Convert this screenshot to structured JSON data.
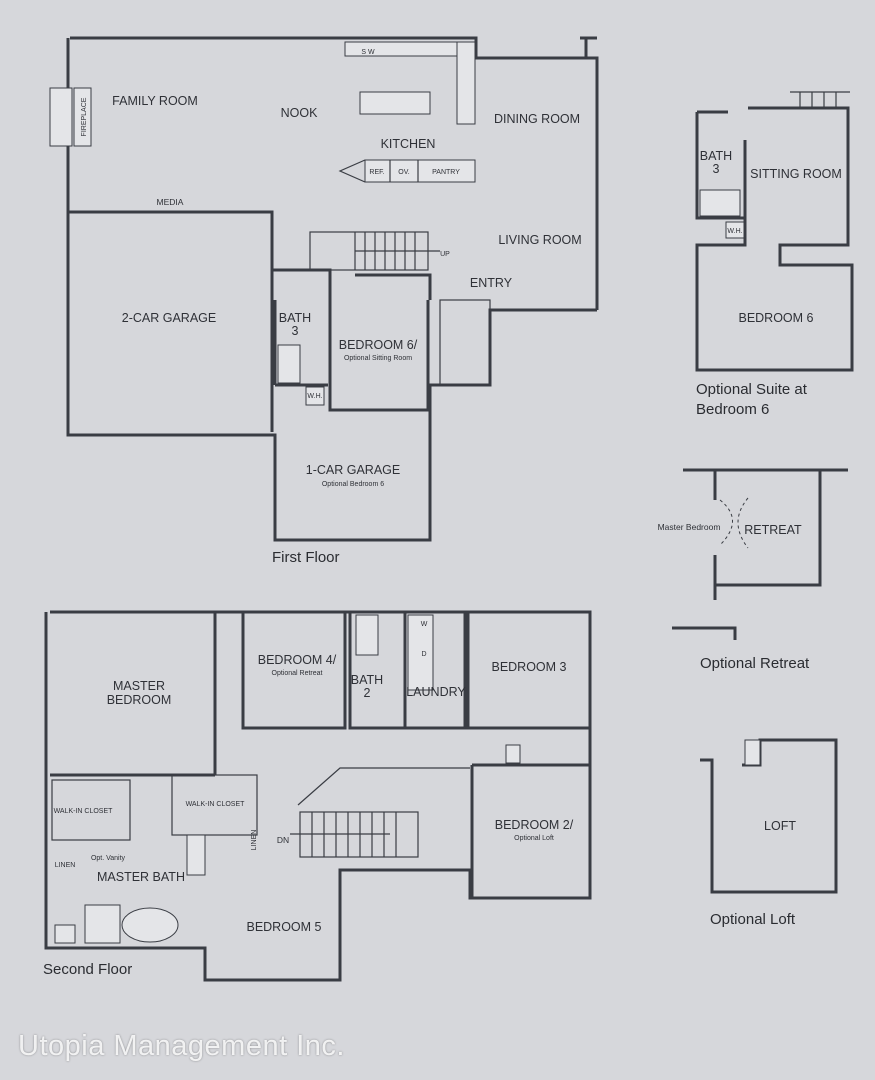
{
  "first_floor": {
    "caption": "First Floor",
    "rooms": {
      "family_room": "FAMILY ROOM",
      "fireplace": "FIREPLACE",
      "nook": "NOOK",
      "kitchen": "KITCHEN",
      "dining_room": "DINING ROOM",
      "living_room": "LIVING ROOM",
      "media": "MEDIA",
      "ref": "REF.",
      "ov": "OV.",
      "pantry": "PANTRY",
      "sw": "S W",
      "up": "UP",
      "entry": "ENTRY",
      "two_car_garage": "2-CAR GARAGE",
      "bath3_name": "BATH",
      "bath3_num": "3",
      "bedroom6": "BEDROOM 6/",
      "bedroom6_sub": "Optional Sitting Room",
      "wh": "W.H.",
      "one_car_garage": "1-CAR GARAGE",
      "one_car_garage_sub": "Optional Bedroom 6"
    }
  },
  "suite": {
    "caption_line1": "Optional Suite at",
    "caption_line2": "Bedroom 6",
    "bath_name": "BATH",
    "bath_num": "3",
    "wh": "W.H.",
    "sitting_room": "SITTING ROOM",
    "bedroom6": "BEDROOM 6"
  },
  "retreat": {
    "caption": "Optional Retreat",
    "master_bedroom": "Master Bedroom",
    "retreat": "RETREAT"
  },
  "loft": {
    "caption": "Optional Loft",
    "label": "LOFT"
  },
  "second_floor": {
    "caption": "Second Floor",
    "rooms": {
      "master_bedroom": "MASTER BEDROOM",
      "bedroom4": "BEDROOM 4/",
      "bedroom4_sub": "Optional Retreat",
      "bath2_name": "BATH",
      "bath2_num": "2",
      "laundry": "LAUNDRY",
      "w": "W",
      "d": "D",
      "bedroom3": "BEDROOM 3",
      "walkin1": "WALK-IN CLOSET",
      "walkin2": "WALK-IN CLOSET",
      "linen1": "LINEN",
      "linen2": "LINEN",
      "dn": "DN",
      "bedroom2": "BEDROOM 2/",
      "bedroom2_sub": "Optional Loft",
      "opt_vanity": "Opt. Vanity",
      "master_bath": "MASTER BATH",
      "bedroom5": "BEDROOM 5"
    }
  },
  "watermark": "Utopia Management Inc."
}
